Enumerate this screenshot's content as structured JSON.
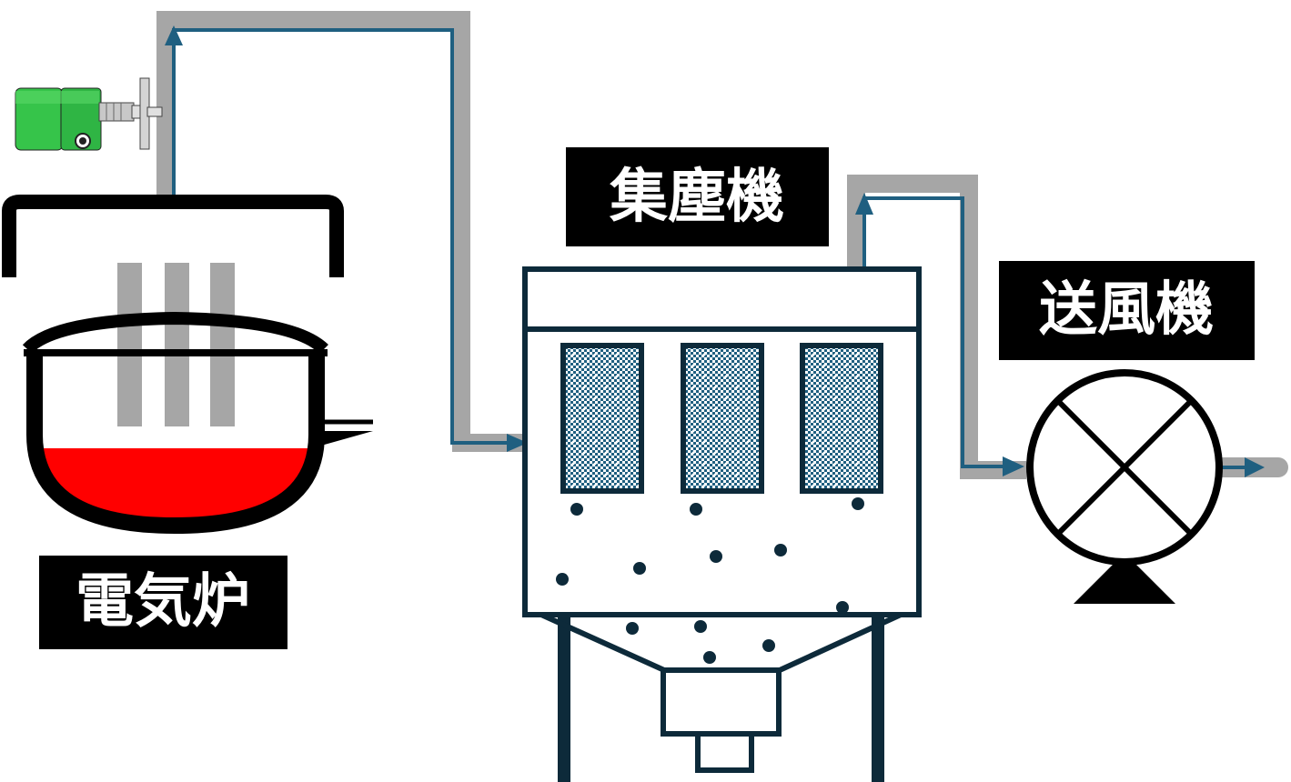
{
  "labels": {
    "furnace": "電気炉",
    "dust_collector": "集塵機",
    "blower": "送風機"
  },
  "colors": {
    "pipe": "#a6a6a6",
    "flow_arrow": "#1f5f80",
    "outline_dark": "#0d2a3a",
    "molten_metal": "#ff0000",
    "sensor": "#3cc84a",
    "label_bg": "#000000",
    "label_text": "#ffffff"
  },
  "icons": {
    "sensor": "flow-sensor-icon",
    "blower": "blower-fan-icon"
  }
}
